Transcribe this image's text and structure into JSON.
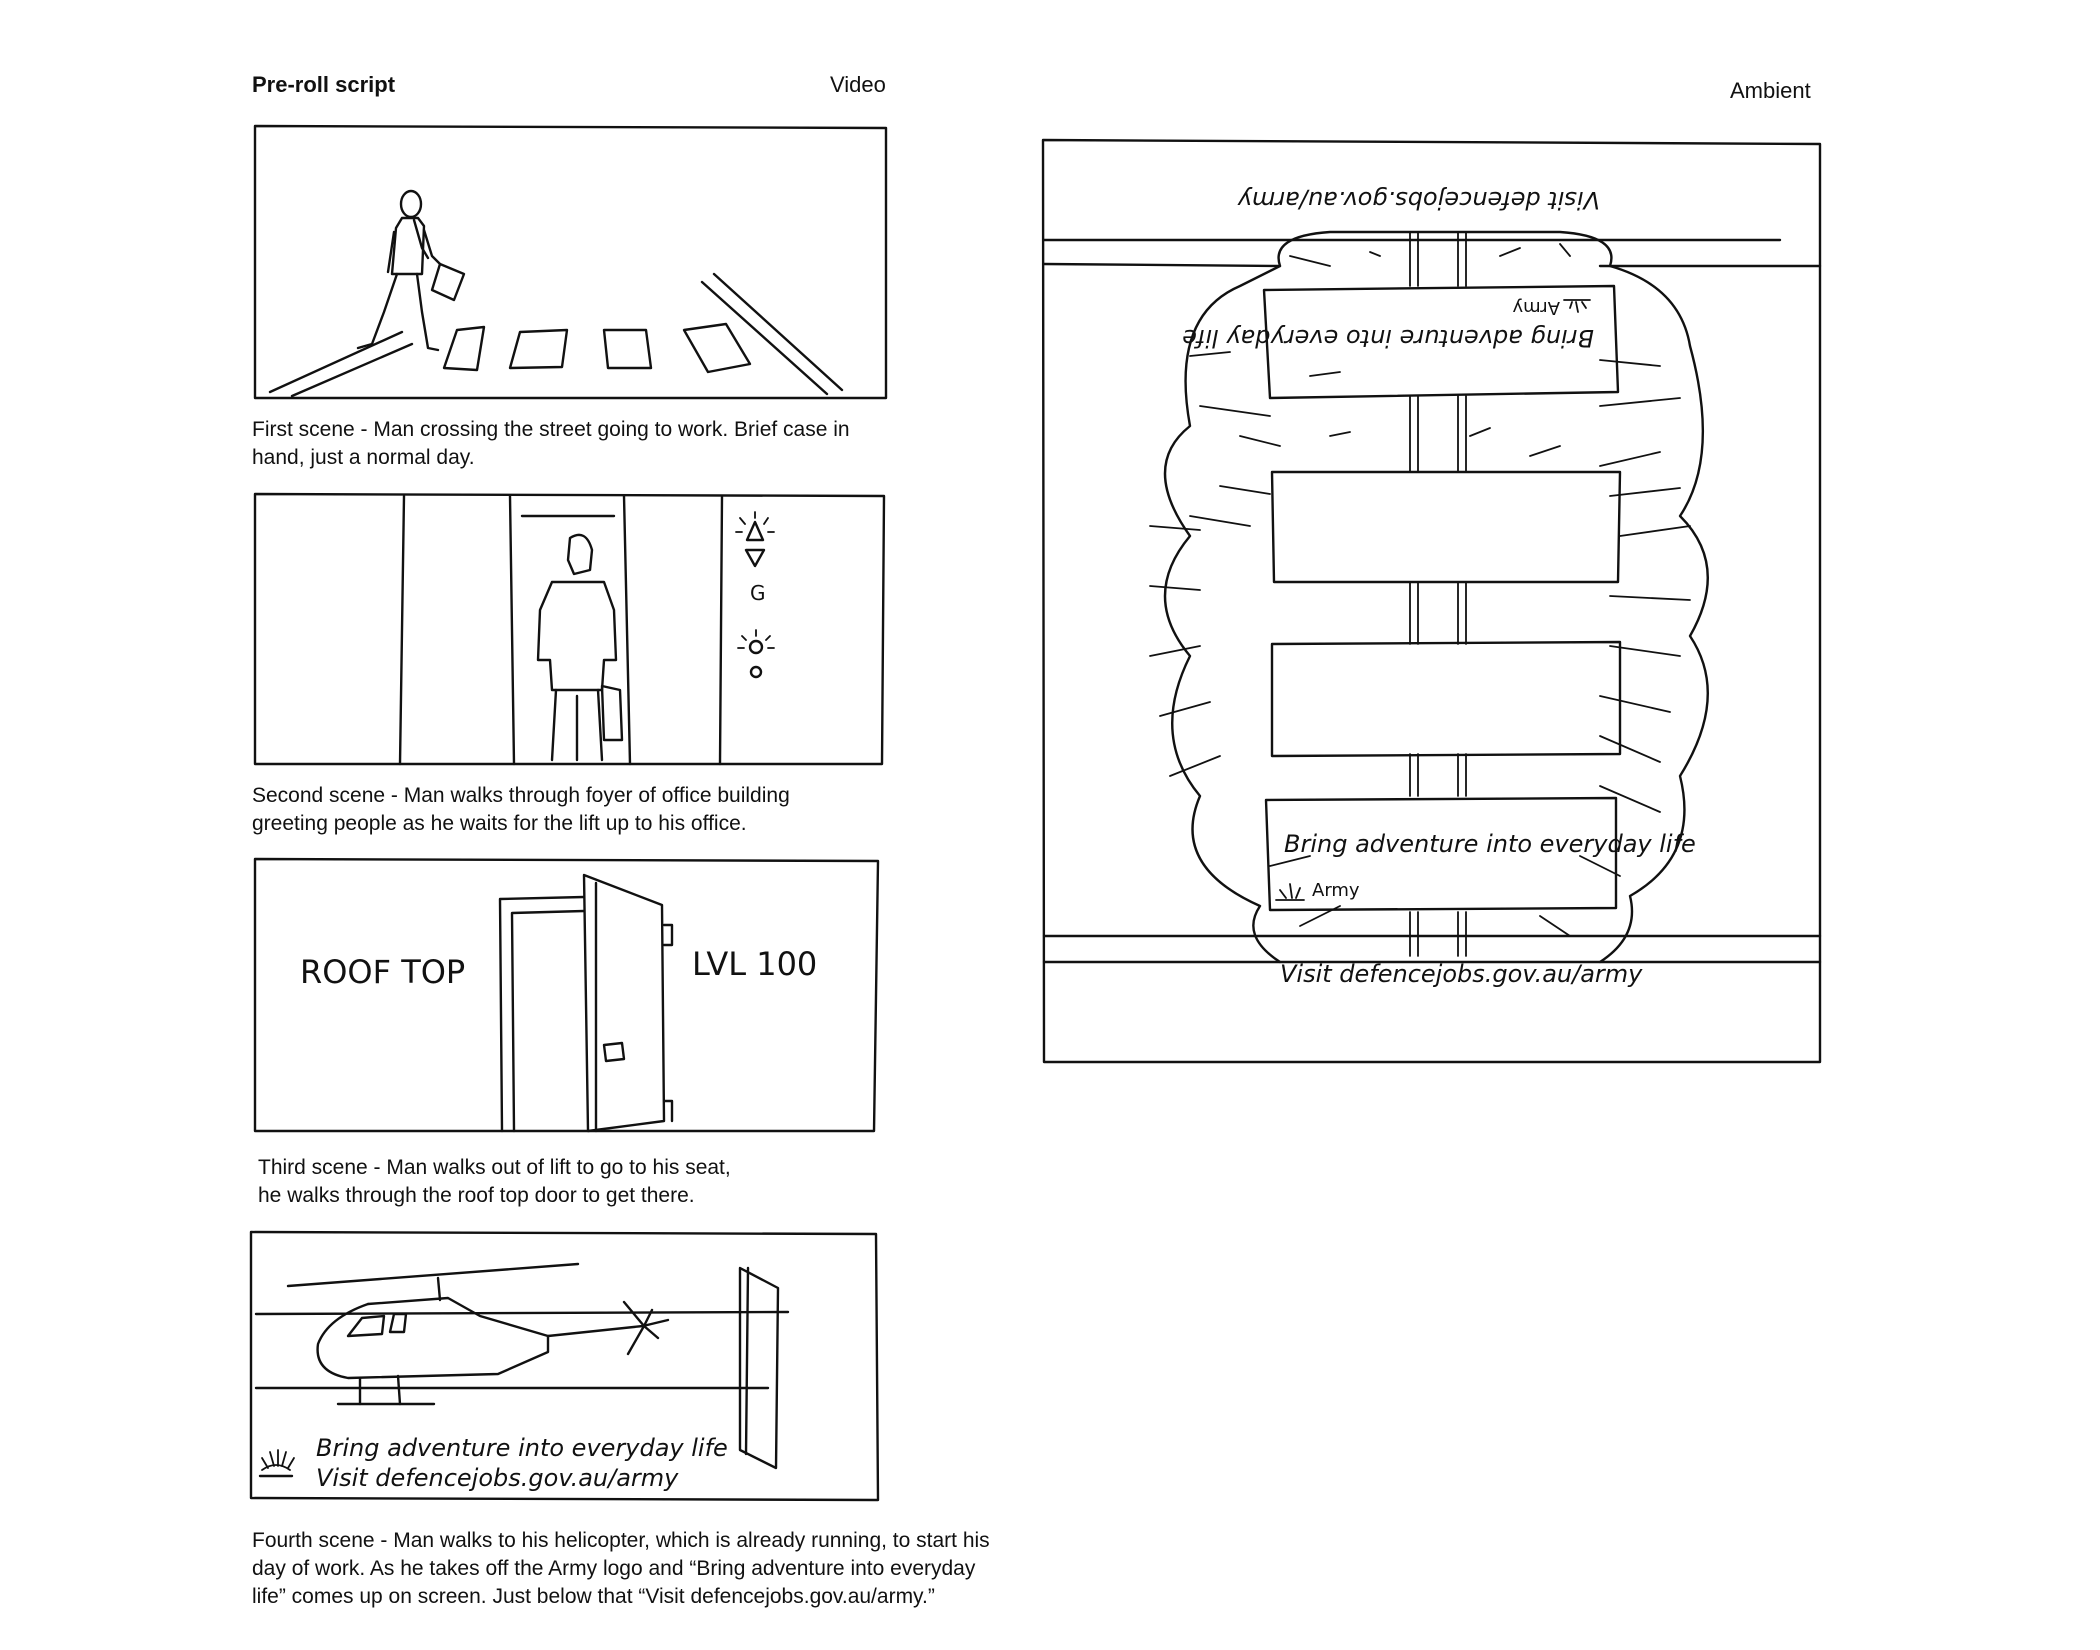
{
  "header": {
    "title": "Pre-roll script",
    "video_label": "Video",
    "ambient_label": "Ambient"
  },
  "scenes": [
    {
      "caption_lines": [
        "First scene - Man crossing the street going to work. Brief case in",
        "hand, just a normal day."
      ]
    },
    {
      "caption_lines": [
        "Second scene - Man walks through foyer of office building",
        "greeting people as he waits for the lift up to his office."
      ]
    },
    {
      "caption_lines": [
        "Third scene - Man walks out of lift to go to his seat,",
        "he walks through the roof top door to get there."
      ]
    },
    {
      "caption_lines": [
        "Fourth scene - Man walks to his helicopter, which is already running, to start his",
        "day of work. As he takes off the Army logo and “Bring adventure into everyday",
        "life” comes up on screen. Just below that “Visit defencejobs.gov.au/army.”"
      ]
    }
  ],
  "sketch_text": {
    "lift_floor": "G",
    "door_left_label": "ROOF TOP",
    "door_right_label": "LVL 100",
    "heli_tagline": "Bring adventure into everyday life",
    "heli_url": "Visit defencejobs.gov.au/army",
    "ambient_url_top": "Visit defencejobs.gov.au/army",
    "ambient_tagline_top": "Bring adventure into everyday life",
    "ambient_logo_top": "Army",
    "ambient_tagline_bottom": "Bring adventure into everyday life",
    "ambient_logo_bottom": "Army",
    "ambient_url_bottom": "Visit defencejobs.gov.au/army"
  },
  "colors": {
    "ink": "#111111",
    "paper": "#ffffff"
  }
}
